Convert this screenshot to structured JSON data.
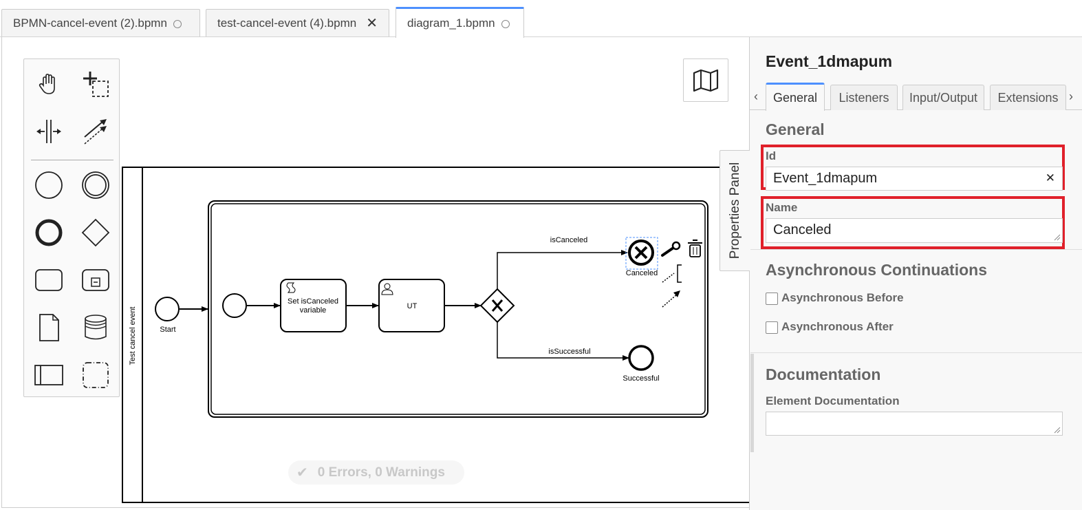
{
  "tabs": [
    {
      "label": "BPMN-cancel-event (2).bpmn",
      "state": "unsaved"
    },
    {
      "label": "test-cancel-event (4).bpmn",
      "state": "closable"
    },
    {
      "label": "diagram_1.bpmn",
      "state": "active"
    }
  ],
  "palette": {
    "tools": [
      "hand-tool",
      "lasso-tool",
      "space-tool",
      "global-connect-tool",
      "start-event",
      "intermediate-event",
      "end-event",
      "gateway",
      "task",
      "subprocess",
      "data-object",
      "data-store",
      "pool",
      "group"
    ]
  },
  "diagram": {
    "pool_label": "Test cancel event",
    "start_label": "Start",
    "task1_label_line1": "Set isCanceled",
    "task1_label_line2": "variable",
    "task2_label": "UT",
    "flow1_label": "isCanceled",
    "flow2_label": "isSuccessful",
    "cancel_label": "Canceled",
    "end_label": "Successful"
  },
  "status": {
    "text": "0 Errors, 0 Warnings"
  },
  "properties_toggle": "Properties Panel",
  "panel": {
    "title": "Event_1dmapum",
    "tabs": [
      "General",
      "Listeners",
      "Input/Output",
      "Extensions"
    ],
    "active_tab": "General",
    "general_title": "General",
    "id_label": "Id",
    "id_value": "Event_1dmapum",
    "name_label": "Name",
    "name_value": "Canceled",
    "async_title": "Asynchronous Continuations",
    "async_before": "Asynchronous Before",
    "async_after": "Asynchronous After",
    "doc_title": "Documentation",
    "doc_label": "Element Documentation"
  },
  "colors": {
    "accent": "#4d90fe",
    "highlight": "#e0202a"
  }
}
